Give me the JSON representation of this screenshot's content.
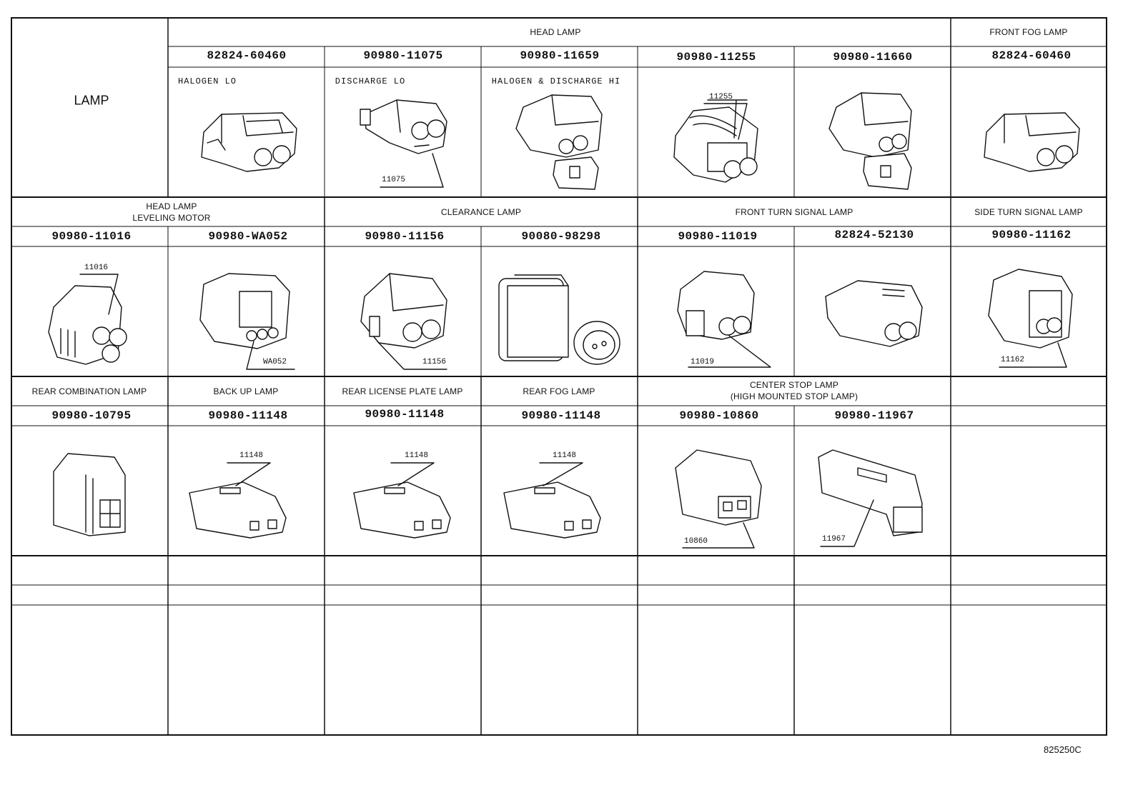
{
  "lamp_label": "LAMP",
  "sections": {
    "head_lamp": "HEAD LAMP",
    "front_fog_lamp": "FRONT FOG LAMP",
    "head_lamp_leveling_motor": [
      "HEAD LAMP",
      "LEVELING MOTOR"
    ],
    "clearance_lamp": "CLEARANCE LAMP",
    "front_turn_signal_lamp": "FRONT TURN SIGNAL LAMP",
    "side_turn_signal_lamp": "SIDE TURN SIGNAL LAMP",
    "rear_combination_lamp": "REAR COMBINATION LAMP",
    "back_up_lamp": "BACK UP LAMP",
    "rear_license_plate_lamp": "REAR LICENSE PLATE LAMP",
    "rear_fog_lamp": "REAR FOG LAMP",
    "center_stop_lamp": [
      "CENTER STOP LAMP",
      "(HIGH MOUNTED STOP LAMP)"
    ]
  },
  "row1": {
    "part_numbers": [
      "82824-60460",
      "90980-11075",
      "90980-11659",
      "90980-11255",
      "90980-11660",
      "82824-60460"
    ],
    "sublabels": [
      "HALOGEN LO",
      "DISCHARGE LO",
      "HALOGEN & DISCHARGE HI"
    ],
    "callouts": [
      "11075",
      "11255"
    ]
  },
  "row2": {
    "part_numbers": [
      "90980-11016",
      "90980-WA052",
      "90980-11156",
      "90080-98298",
      "90980-11019",
      "82824-52130",
      "90980-11162"
    ],
    "callouts": [
      "11016",
      "WA052",
      "11156",
      "11019",
      "11162"
    ]
  },
  "row3": {
    "part_numbers": [
      "90980-10795",
      "90980-11148",
      "90980-11148",
      "90980-11148",
      "90980-10860",
      "90980-11967"
    ],
    "callouts": [
      "11148",
      "11148",
      "11148",
      "10860",
      "11967"
    ]
  },
  "icons": [
    "connector-icon"
  ],
  "footer_code": "825250C"
}
